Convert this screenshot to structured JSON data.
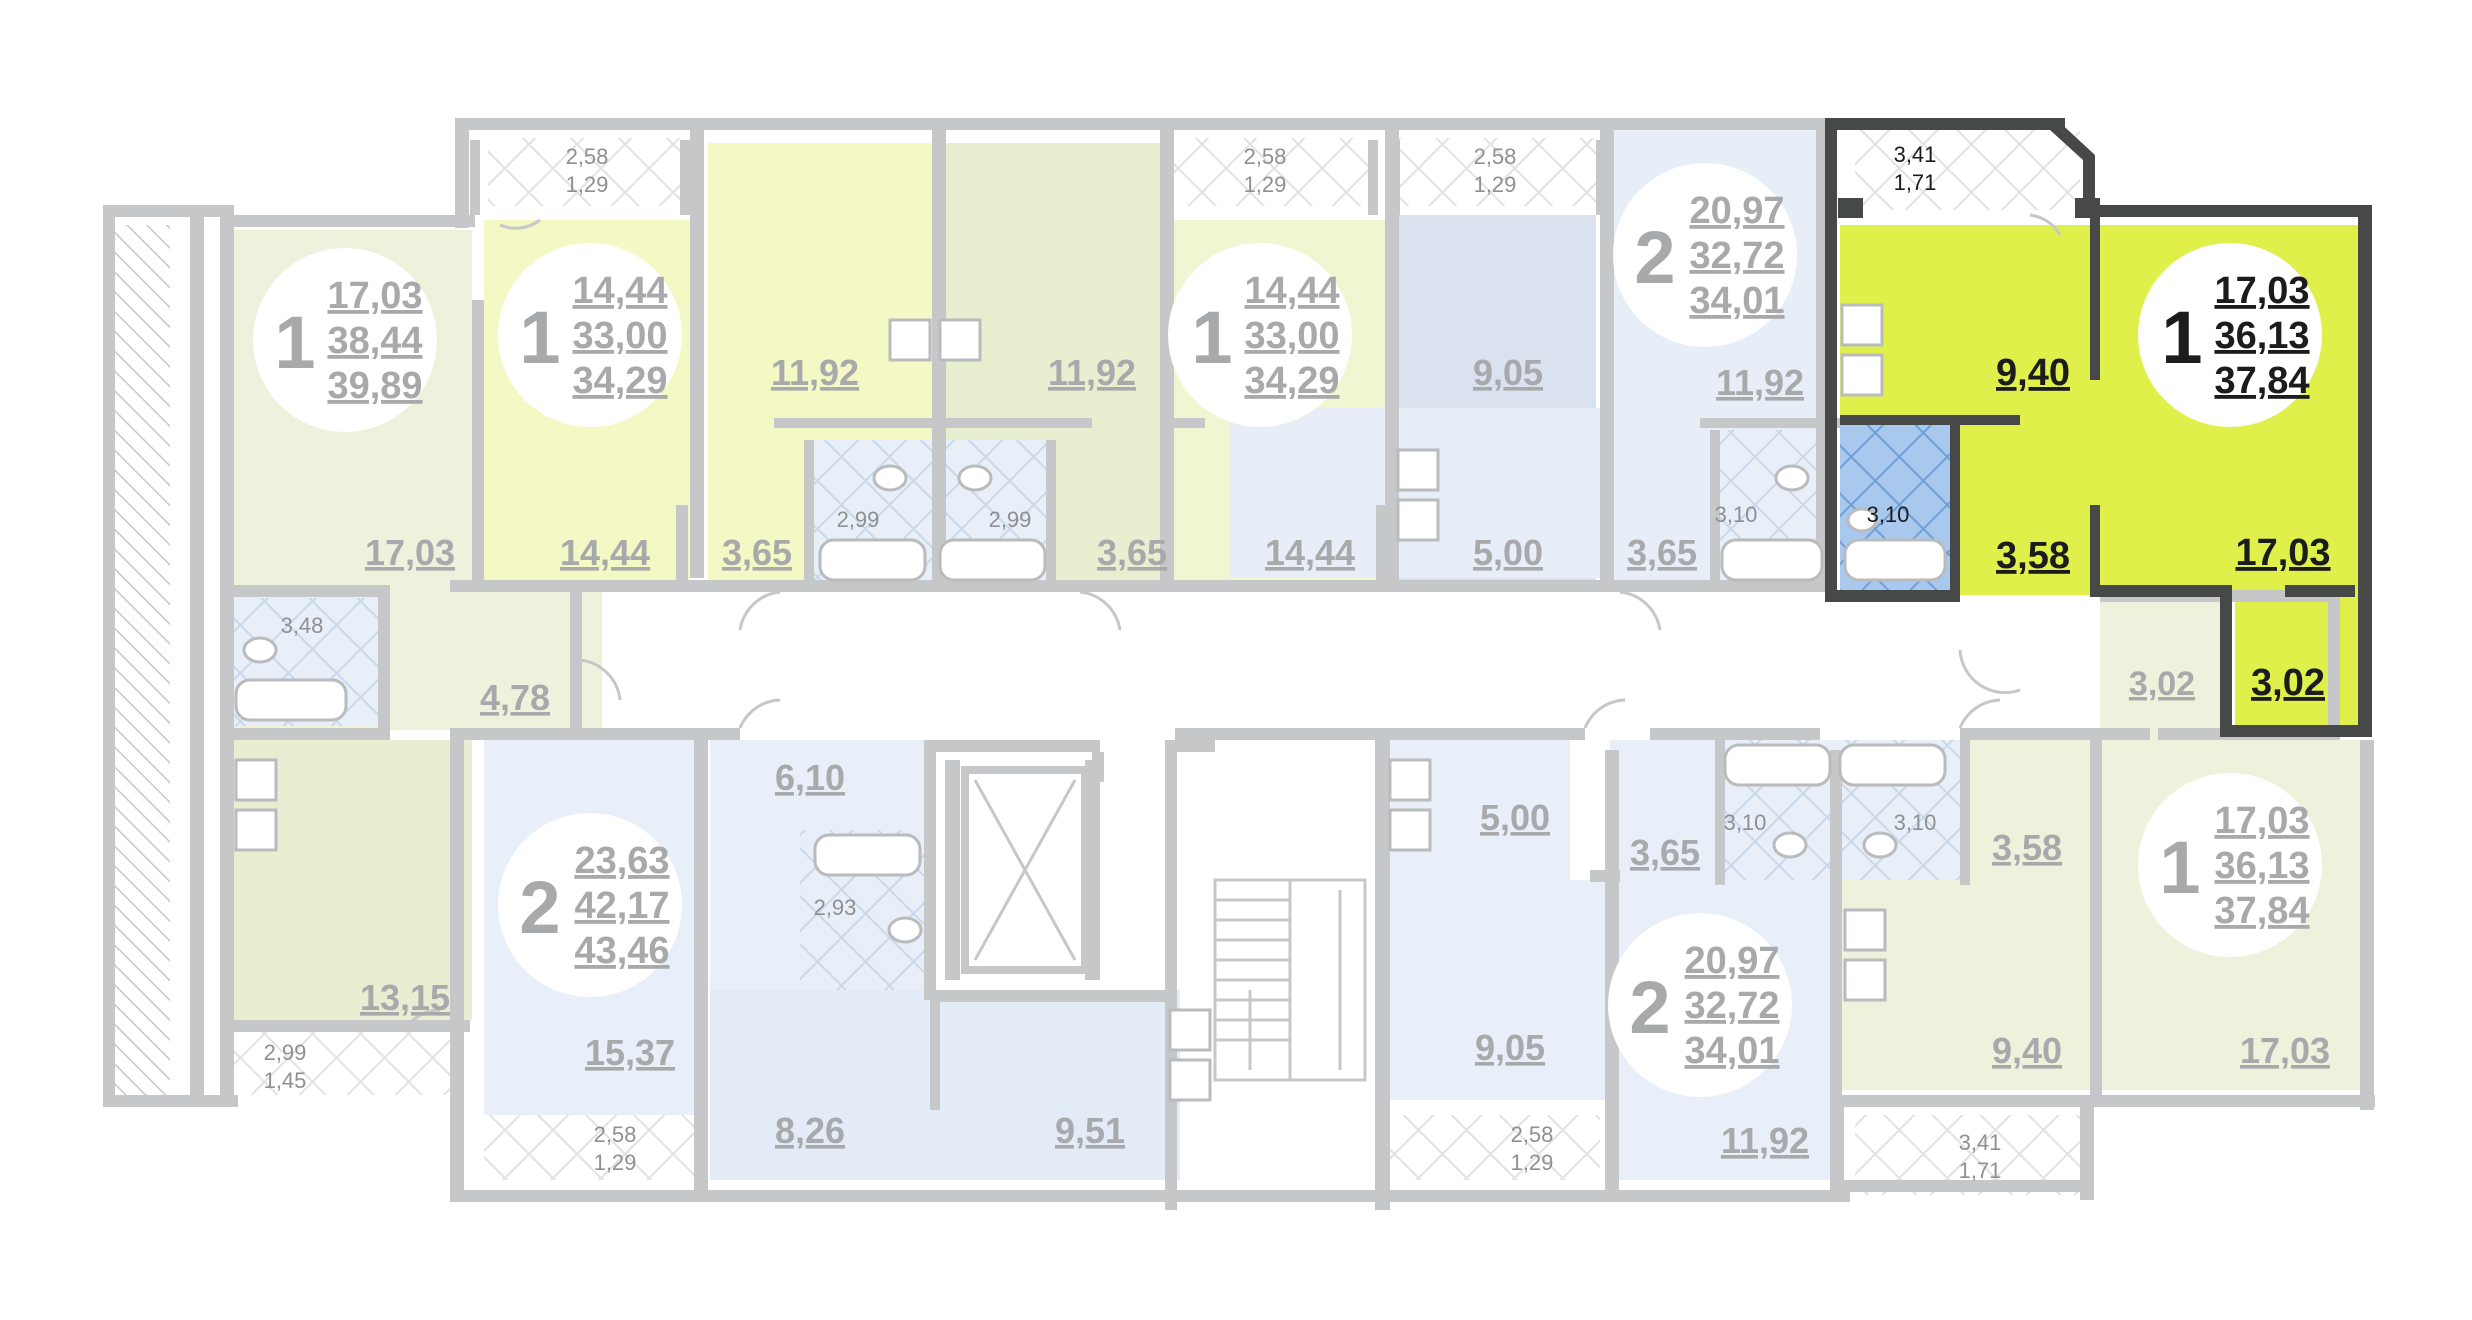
{
  "colors": {
    "wall": "#c6c7c8",
    "highlight_wall": "#474848",
    "highlight_fill": "#dff04a",
    "highlight_bath": "#a9c8ee",
    "green_light": "#f1f7cc",
    "green_mid": "#e6ecc8",
    "blue_light": "#e8eff8",
    "blue_mid": "#d8e1ee",
    "label_muted": "#a7a9ab"
  },
  "apartments": [
    {
      "rooms": "1",
      "living": "17,03",
      "total": "38,44",
      "total_with_balcony": "39,89"
    },
    {
      "rooms": "1",
      "living": "14,44",
      "total": "33,00",
      "total_with_balcony": "34,29"
    },
    {
      "rooms": "1",
      "living": "14,44",
      "total": "33,00",
      "total_with_balcony": "34,29"
    },
    {
      "rooms": "2",
      "living": "20,97",
      "total": "32,72",
      "total_with_balcony": "34,01"
    },
    {
      "rooms": "1",
      "living": "17,03",
      "total": "36,13",
      "total_with_balcony": "37,84",
      "highlighted": true
    },
    {
      "rooms": "2",
      "living": "23,63",
      "total": "42,17",
      "total_with_balcony": "43,46"
    },
    {
      "rooms": "2",
      "living": "20,97",
      "total": "32,72",
      "total_with_balcony": "34,01"
    },
    {
      "rooms": "1",
      "living": "17,03",
      "total": "36,13",
      "total_with_balcony": "37,84"
    }
  ],
  "rooms": [
    "17,03",
    "14,44",
    "3,65",
    "11,92",
    "11,92",
    "3,65",
    "14,44",
    "9,05",
    "5,00",
    "11,92",
    "3,65",
    "9,40",
    "3,58",
    "17,03",
    "3,02",
    "3,02",
    "4,78",
    "13,15",
    "15,37",
    "6,10",
    "8,26",
    "9,51",
    "5,00",
    "3,65",
    "9,05",
    "11,92",
    "3,58",
    "9,40",
    "17,03"
  ],
  "wet": [
    "3,48",
    "2,99",
    "2,99",
    "3,10",
    "3,10",
    "2,93",
    "3,10",
    "3,10"
  ],
  "balconies": [
    {
      "area": "2,58",
      "coef": "1,29"
    },
    {
      "area": "2,58",
      "coef": "1,29"
    },
    {
      "area": "2,58",
      "coef": "1,29"
    },
    {
      "area": "3,41",
      "coef": "1,71"
    },
    {
      "area": "2,99",
      "coef": "1,45"
    },
    {
      "area": "2,58",
      "coef": "1,29"
    },
    {
      "area": "2,58",
      "coef": "1,29"
    },
    {
      "area": "3,41",
      "coef": "1,71"
    }
  ]
}
